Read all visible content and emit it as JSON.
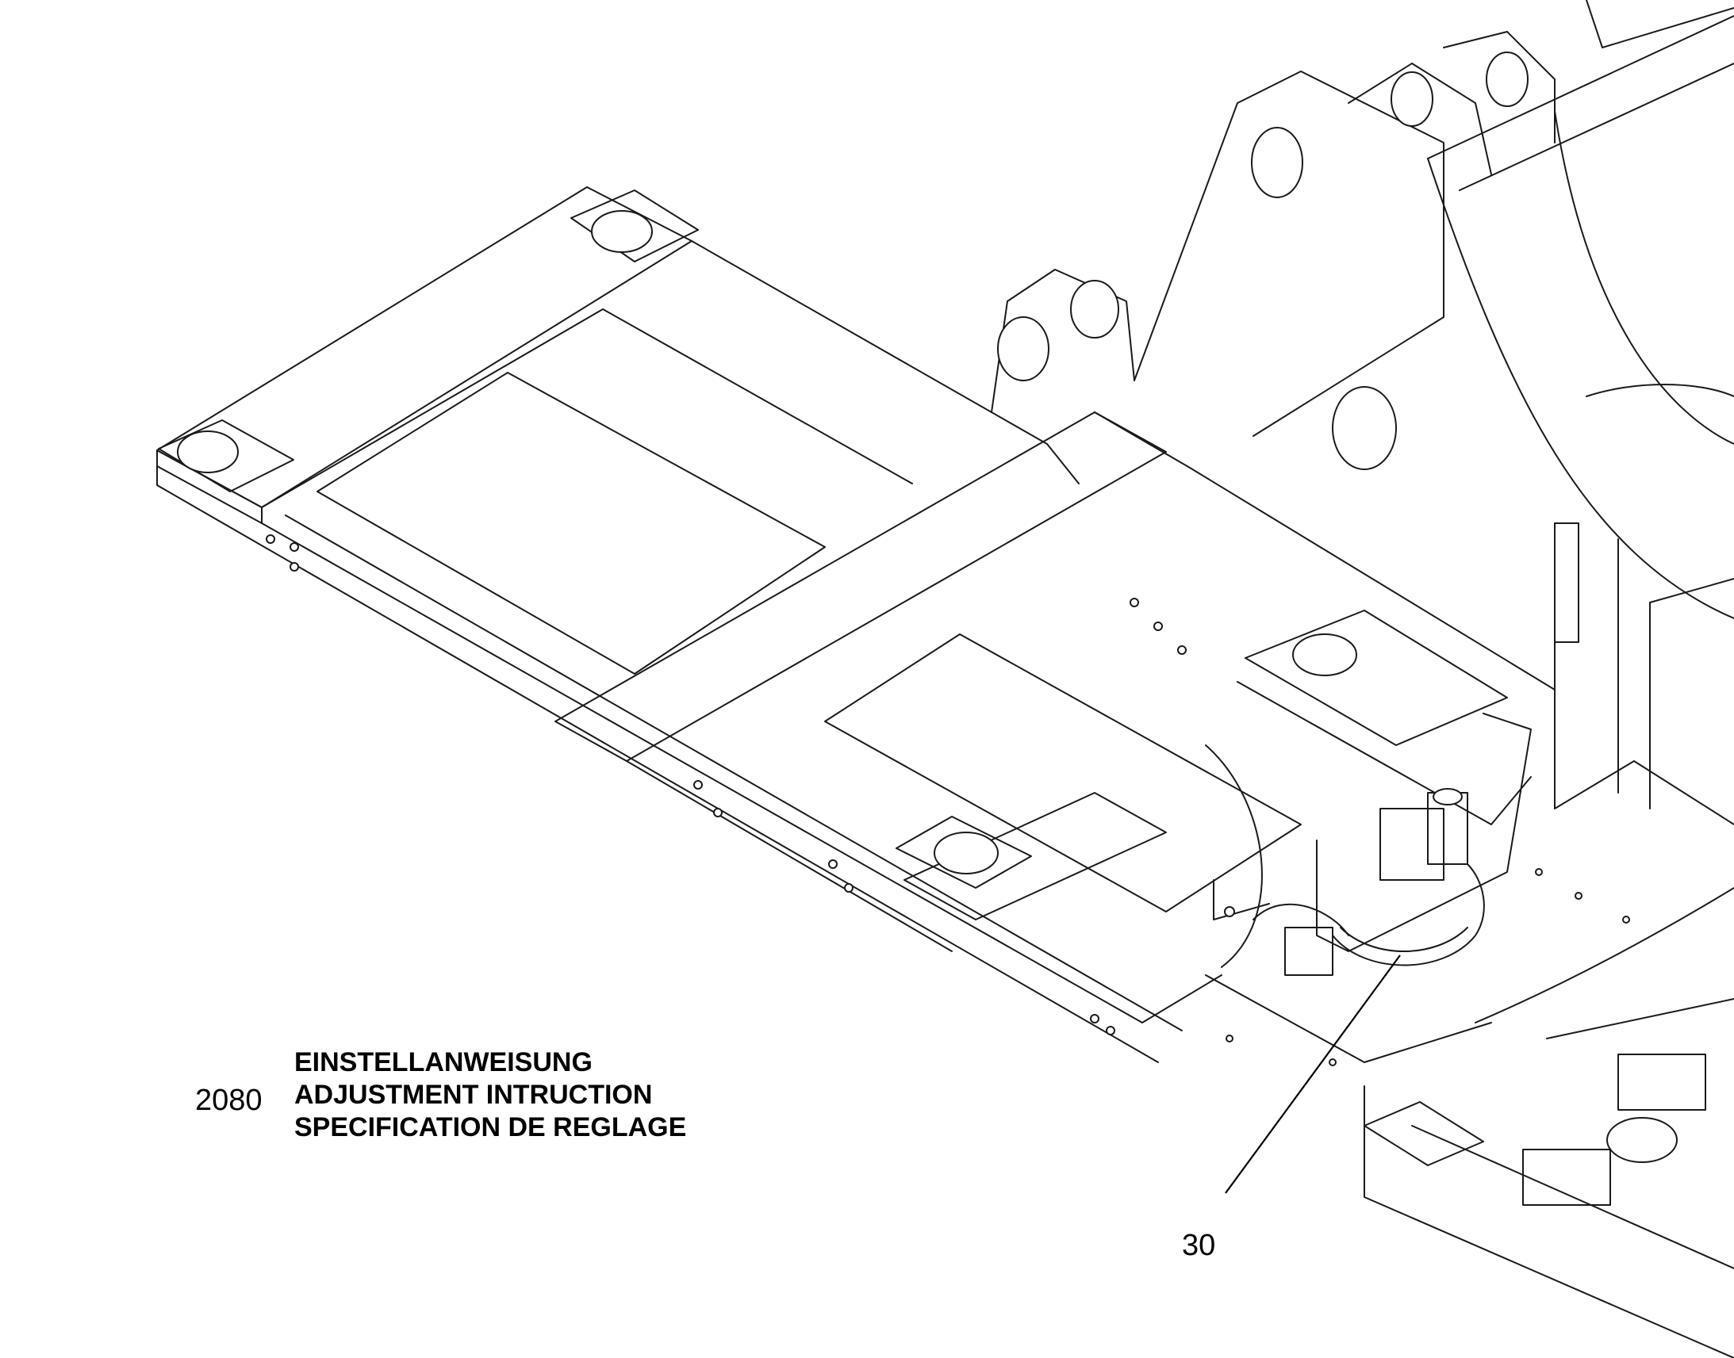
{
  "annotation": {
    "code": "2080",
    "lines": [
      "EINSTELLANWEISUNG",
      "ADJUSTMENT INTRUCTION",
      "SPECIFICATION DE REGLAGE"
    ]
  },
  "callouts": [
    {
      "label": "30"
    }
  ]
}
